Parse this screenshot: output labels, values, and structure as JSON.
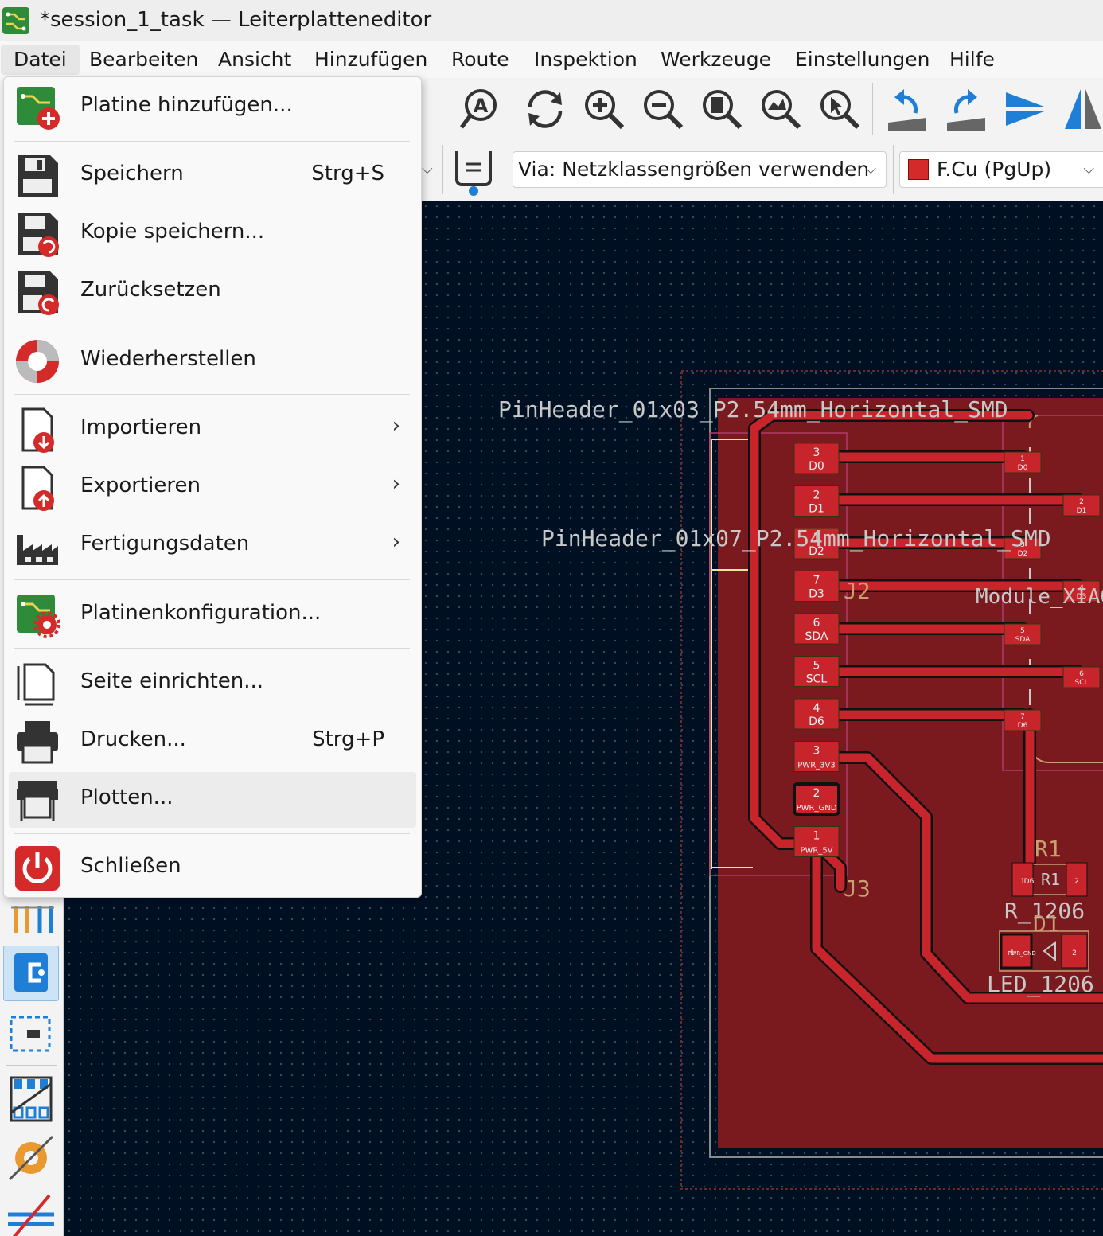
{
  "window": {
    "title": "*session_1_task — Leiterplatteneditor"
  },
  "menubar": {
    "items": [
      {
        "label": "Datei"
      },
      {
        "label": "Bearbeiten"
      },
      {
        "label": "Ansicht"
      },
      {
        "label": "Hinzufügen"
      },
      {
        "label": "Route"
      },
      {
        "label": "Inspektion"
      },
      {
        "label": "Werkzeuge"
      },
      {
        "label": "Einstellungen"
      },
      {
        "label": "Hilfe"
      }
    ]
  },
  "toolbar": {
    "icons": [
      "text-find-icon",
      "refresh-icon",
      "zoom-in-icon",
      "zoom-out-icon",
      "zoom-fit-icon",
      "zoom-objects-icon",
      "zoom-selection-icon",
      "rotate-ccw-icon",
      "rotate-cw-icon",
      "flip-horizontal-icon",
      "mirror-icon"
    ]
  },
  "toolbar2": {
    "via_select": "Via: Netzklassengrößen verwenden",
    "layer_select": "F.Cu (PgUp)",
    "layer_color": "#d42a2a"
  },
  "file_menu": {
    "items": [
      {
        "label": "Platine hinzufügen...",
        "icon": "add-board-icon"
      },
      {
        "label": "Speichern",
        "shortcut": "Strg+S",
        "icon": "save-icon"
      },
      {
        "label": "Kopie speichern...",
        "icon": "save-copy-icon"
      },
      {
        "label": "Zurücksetzen",
        "icon": "revert-icon"
      },
      {
        "label": "Wiederherstellen",
        "icon": "restore-icon"
      },
      {
        "label": "Importieren",
        "icon": "import-icon"
      },
      {
        "label": "Exportieren",
        "icon": "export-icon"
      },
      {
        "label": "Fertigungsdaten",
        "icon": "fabrication-icon"
      },
      {
        "label": "Platinenkonfiguration...",
        "icon": "board-setup-icon"
      },
      {
        "label": "Seite einrichten...",
        "icon": "page-setup-icon"
      },
      {
        "label": "Drucken...",
        "shortcut": "Strg+P",
        "icon": "print-icon"
      },
      {
        "label": "Plotten...",
        "icon": "plot-icon"
      },
      {
        "label": "Schließen",
        "icon": "power-icon"
      }
    ],
    "submenu_arrow": "›"
  },
  "pcb": {
    "labels": {
      "header1": "PinHeader_01x03_P2.54mm_Horizontal_SMD",
      "header2": "PinHeader_01x07_P2.54mm_Horizontal_SMD",
      "j2": "J2",
      "j3": "J3",
      "module": "Module_XIAO",
      "r1": "R1",
      "r1_pad": "R1",
      "r_fp": "R_1206",
      "d1": "D1",
      "led_fp": "LED_1206"
    },
    "pads_left": [
      {
        "num": "3",
        "net": "D0"
      },
      {
        "num": "2",
        "net": "D1"
      },
      {
        "num": "1",
        "net": "D2"
      },
      {
        "num": "7",
        "net": "D3"
      },
      {
        "num": "6",
        "net": "SDA"
      },
      {
        "num": "5",
        "net": "SCL"
      },
      {
        "num": "4",
        "net": "D6"
      },
      {
        "num": "3",
        "net": "PWR_3V3"
      },
      {
        "num": "2",
        "net": "PWR_GND"
      },
      {
        "num": "1",
        "net": "PWR_5V"
      }
    ],
    "pads_right": [
      {
        "num": "1",
        "net": "D0"
      },
      {
        "num": "2",
        "net": "D1"
      },
      {
        "num": "3",
        "net": "D2"
      },
      {
        "num": "4",
        "net": "D3"
      },
      {
        "num": "5",
        "net": "SDA"
      },
      {
        "num": "6",
        "net": "SCL"
      },
      {
        "num": "7",
        "net": "D6"
      }
    ],
    "r1_pads": [
      {
        "num": "1",
        "net": "D6"
      },
      {
        "num": "2",
        "net": ""
      }
    ],
    "d1_pads": [
      {
        "num": "1",
        "net": "PWR_GND"
      },
      {
        "num": "2",
        "net": ""
      }
    ],
    "colors": {
      "copper": "#c8242b",
      "board_fill": "#7a1a1f",
      "silk": "#d8d8a0",
      "fab_text": "#c8c8c8"
    }
  }
}
